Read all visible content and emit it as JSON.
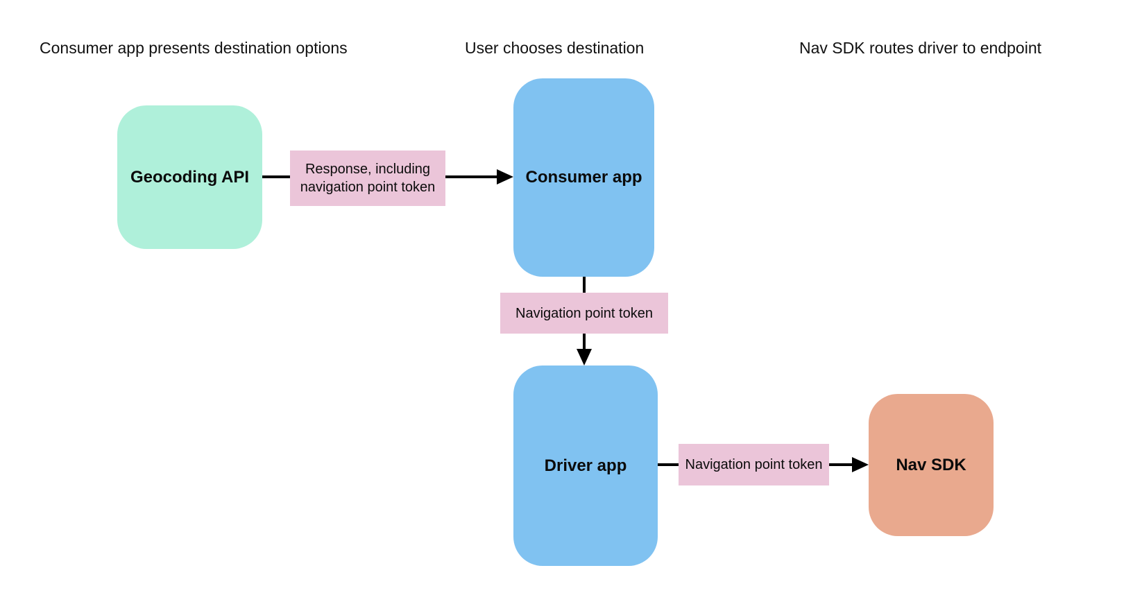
{
  "diagram": {
    "headers": [
      {
        "label": "Consumer app presents destination options"
      },
      {
        "label": "User chooses destination"
      },
      {
        "label": "Nav SDK routes driver to endpoint"
      }
    ],
    "nodes": {
      "geocoding_api": {
        "label": "Geocoding API"
      },
      "consumer_app": {
        "label": "Consumer app"
      },
      "driver_app": {
        "label": "Driver app"
      },
      "nav_sdk": {
        "label": "Nav SDK"
      }
    },
    "edge_labels": {
      "response_token": "Response, including navigation point token",
      "nav_point_token_1": "Navigation point token",
      "nav_point_token_2": "Navigation point token"
    },
    "colors": {
      "api_node": "#aff0da",
      "app_node": "#80c2f1",
      "sdk_node": "#e9a98e",
      "edge_label": "#ebc5d9",
      "arrow": "#000000",
      "text": "#111111",
      "background": "#ffffff"
    }
  }
}
